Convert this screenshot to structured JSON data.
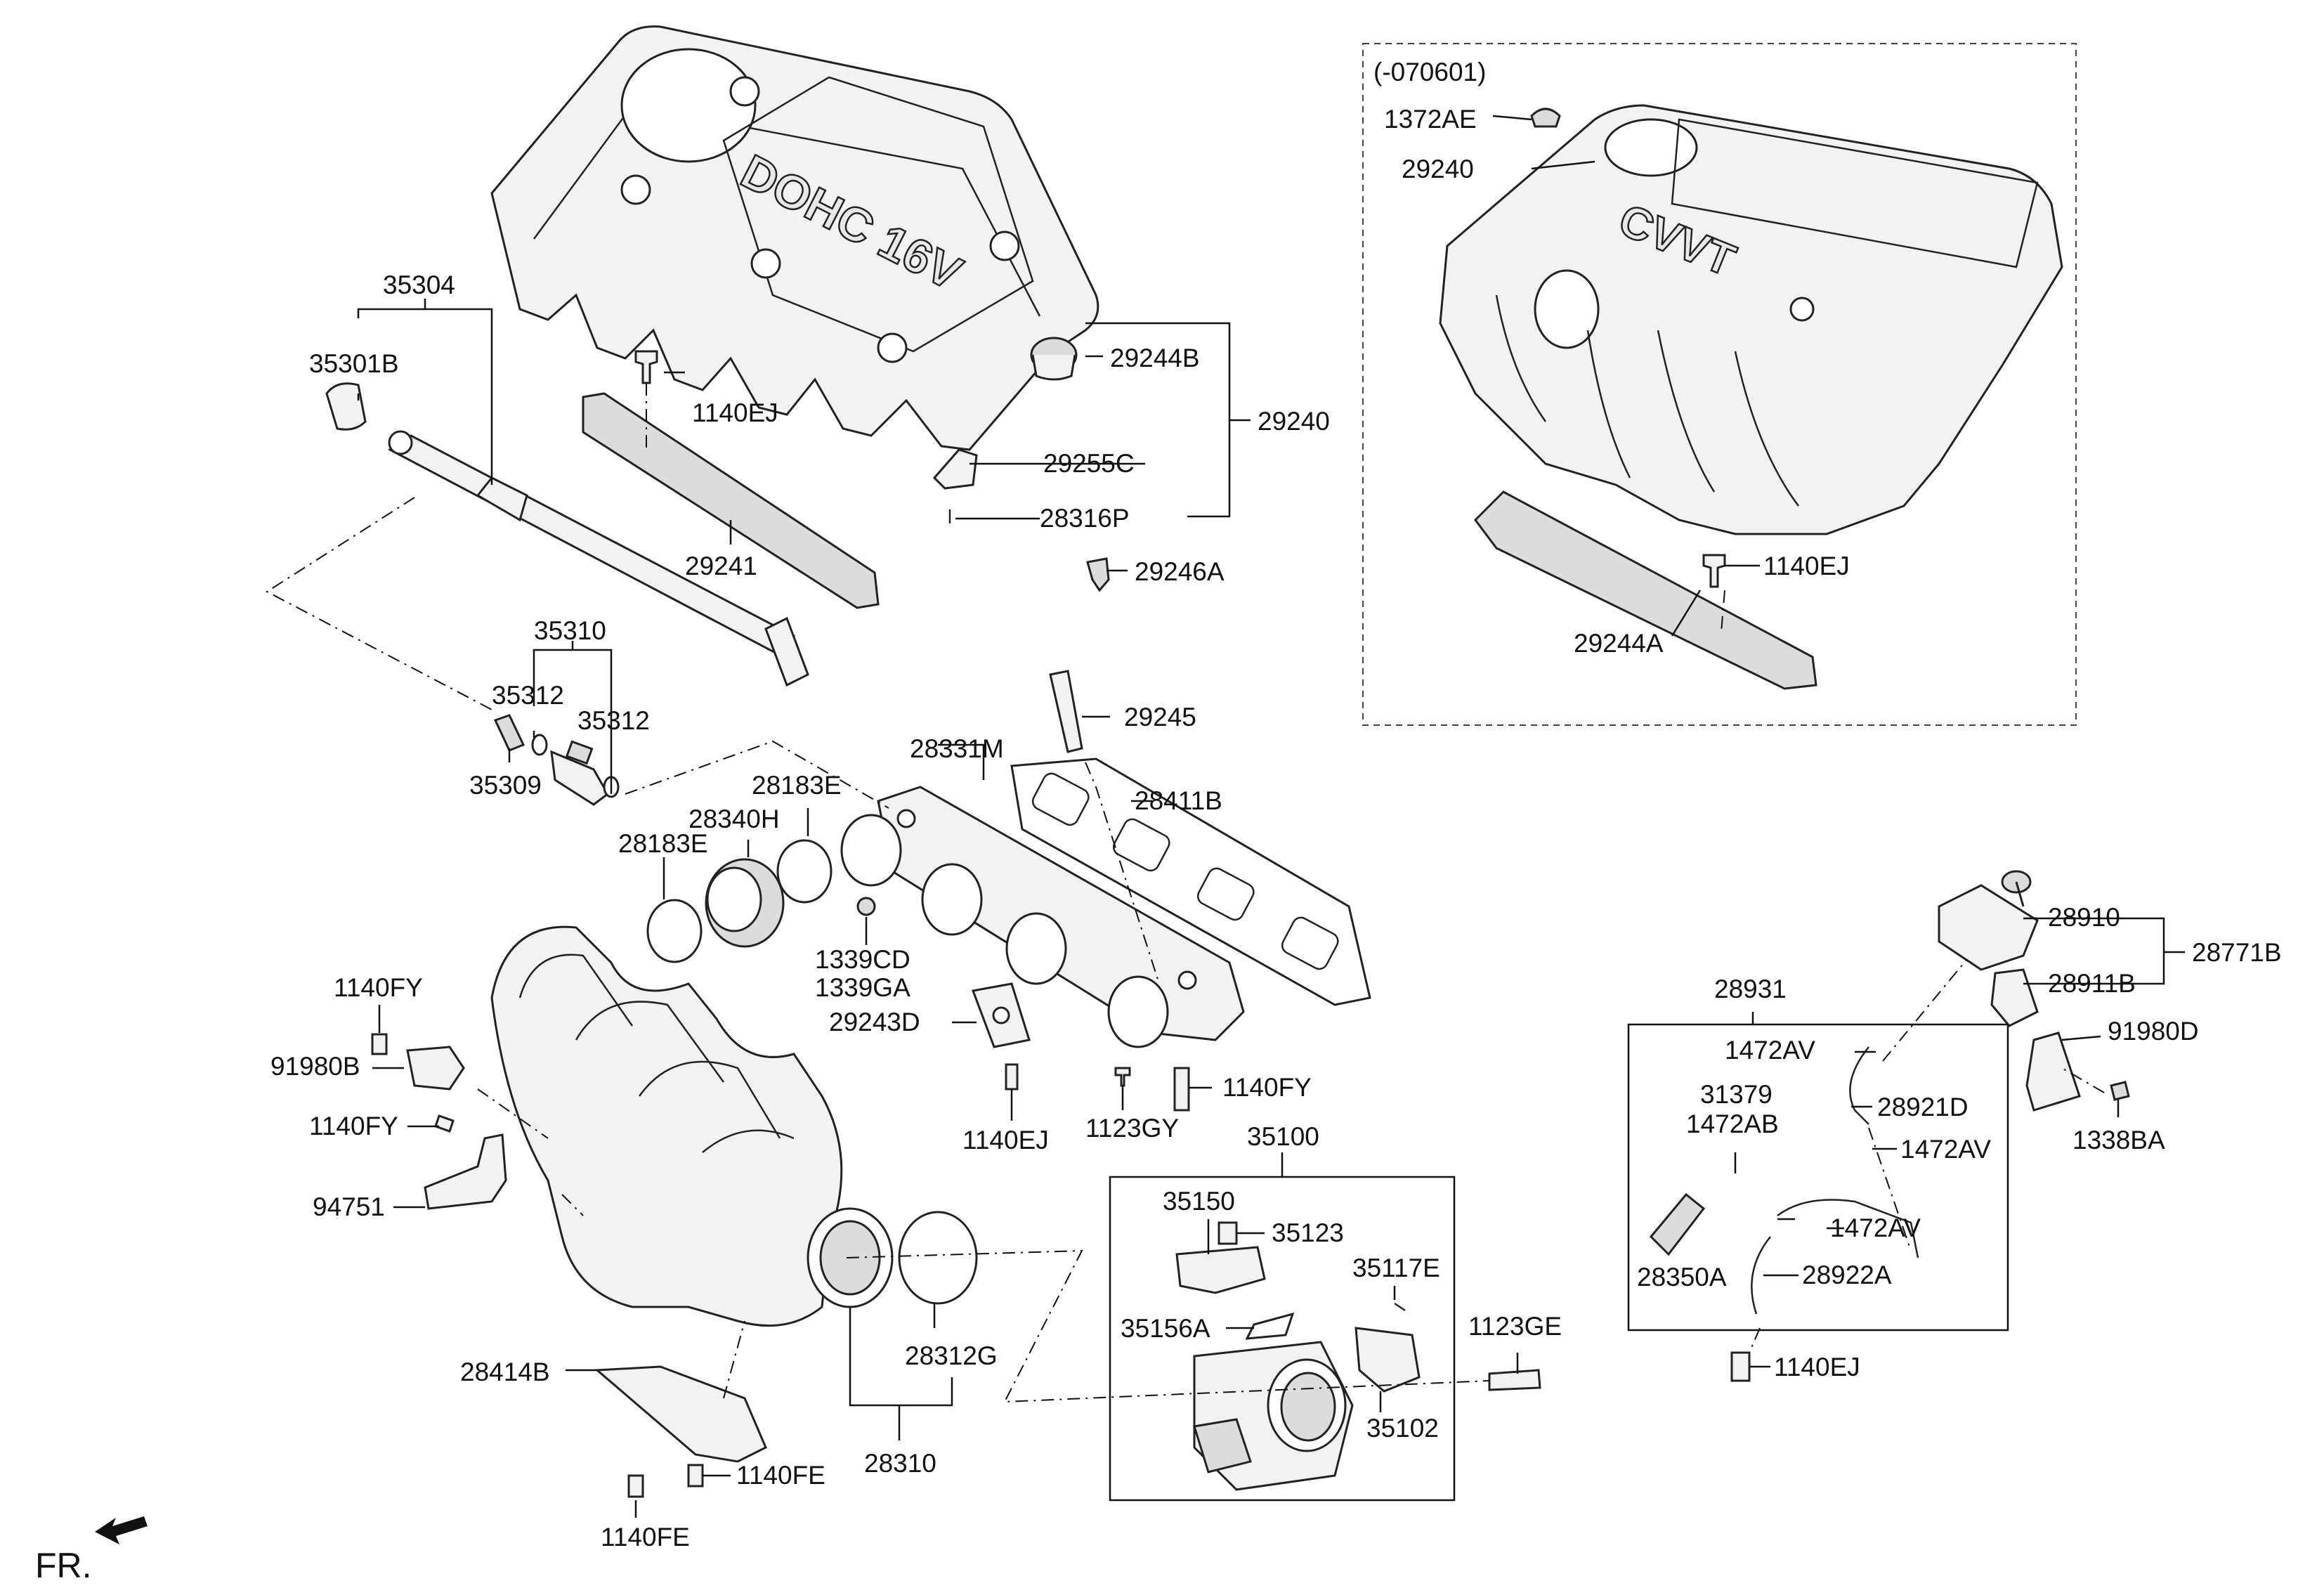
{
  "labels": {
    "p35304": "35304",
    "p35301B": "35301B",
    "p1140EJ_a": "1140EJ",
    "p29244B": "29244B",
    "p29240_a": "29240",
    "p29255C": "29255C",
    "p28316P": "28316P",
    "p29241": "29241",
    "p29246A": "29246A",
    "p35310": "35310",
    "p35312_a": "35312",
    "p35312_b": "35312",
    "p35309": "35309",
    "p29245": "29245",
    "p28331M": "28331M",
    "p28183E_a": "28183E",
    "p28340H": "28340H",
    "p28183E_b": "28183E",
    "p28411B": "28411B",
    "p1339CD": "1339CD",
    "p1339GA": "1339GA",
    "p29243D": "29243D",
    "p1140EJ_b": "1140EJ",
    "p1123GY": "1123GY",
    "p1140FY_a": "1140FY",
    "p1140FY_b": "1140FY",
    "p91980B": "91980B",
    "p1140FY_c": "1140FY",
    "p94751": "94751",
    "p35100": "35100",
    "p35150": "35150",
    "p35123": "35123",
    "p35117E": "35117E",
    "p35156A": "35156A",
    "p1123GE": "1123GE",
    "p35102": "35102",
    "p28312G": "28312G",
    "p28310": "28310",
    "p28414B": "28414B",
    "p1140FE_a": "1140FE",
    "p1140FE_b": "1140FE",
    "p070601": "(-070601)",
    "p1372AE": "1372AE",
    "p29240_b": "29240",
    "p1140EJ_c": "1140EJ",
    "p29244A": "29244A",
    "p28910": "28910",
    "p28771B": "28771B",
    "p28911B": "28911B",
    "p91980D": "91980D",
    "p1338BA": "1338BA",
    "p28931": "28931",
    "p1472AV_a": "1472AV",
    "p31379": "31379",
    "p1472AB": "1472AB",
    "p28921D": "28921D",
    "p1472AV_b": "1472AV",
    "p1472AV_c": "1472AV",
    "p28350A": "28350A",
    "p28922A": "28922A",
    "p1140EJ_d": "1140EJ",
    "fr": "FR."
  },
  "cover_texts": {
    "dohc": "DOHC 16V",
    "cvvt": "CVVT"
  }
}
